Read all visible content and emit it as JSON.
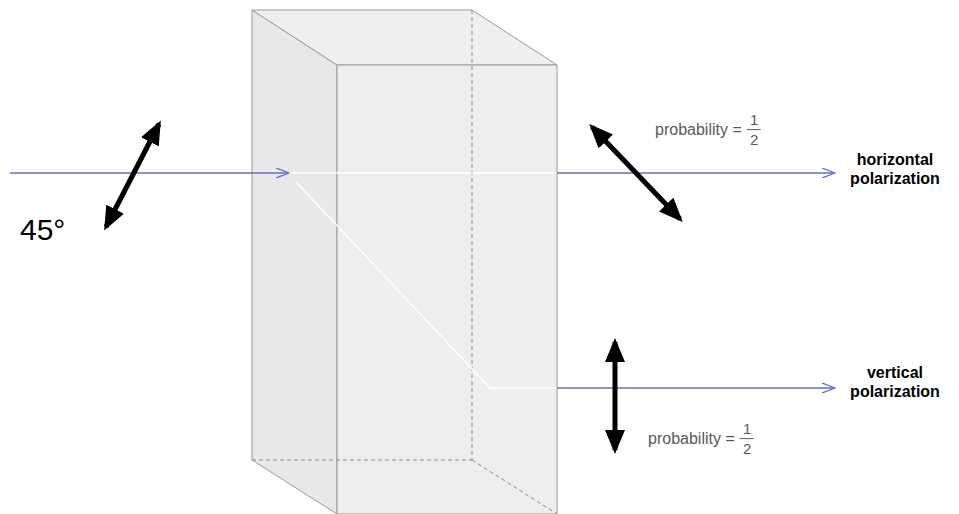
{
  "diagram": {
    "labels": [
      "45°",
      "probability =",
      "1",
      "2",
      "horizontal polarization",
      "probability =",
      "1",
      "2",
      "vertical polarization"
    ]
  }
}
